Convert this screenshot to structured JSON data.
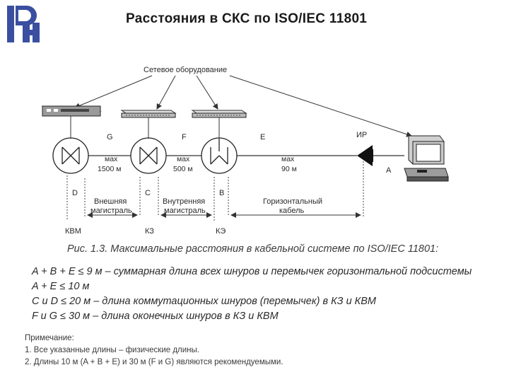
{
  "slide": {
    "title": "Расстояния в СКС по ISO/IEC 11801"
  },
  "logo": {
    "icon": "university-logo-icon",
    "color": "#3b4fa0"
  },
  "diagram": {
    "equipment_label": "Сетевое оборудование",
    "segment_labels": {
      "g": "G",
      "f": "F",
      "e": "E",
      "ir": "ИР",
      "a": "A"
    },
    "distances": [
      {
        "label": "мах",
        "value": "1500 м"
      },
      {
        "label": "мах",
        "value": "500 м"
      },
      {
        "label": "мах",
        "value": "90 м"
      }
    ],
    "points": {
      "d": "D",
      "c": "C",
      "b": "B"
    },
    "spans": [
      {
        "line1": "Внешняя",
        "line2": "магистраль"
      },
      {
        "line1": "Внутренняя",
        "line2": "магистраль"
      },
      {
        "line1": "Горизонтальный",
        "line2": "кабель"
      }
    ],
    "nodes": [
      "КВМ",
      "КЗ",
      "КЭ"
    ]
  },
  "caption": "Рис. 1.3. Максимальные расстояния в кабельной системе по ISO/IEC 11801:",
  "formulas": [
    "A + B + E ≤ 9 м – суммарная длина всех шнуров и перемычек горизонтальной подсистемы",
    "A + E ≤ 10 м",
    "C и D ≤ 20 м – длина коммутационных шнуров (перемычек) в КЗ и КВМ",
    "F и G ≤ 30 м – длина оконечных шнуров в КЗ и КВМ"
  ],
  "note": {
    "title": "Примечание:",
    "items": [
      "1. Все указанные длины – физические длины.",
      "2. Длины 10 м (A + B + E) и 30 м (F и G) являются рекомендуемыми."
    ]
  }
}
